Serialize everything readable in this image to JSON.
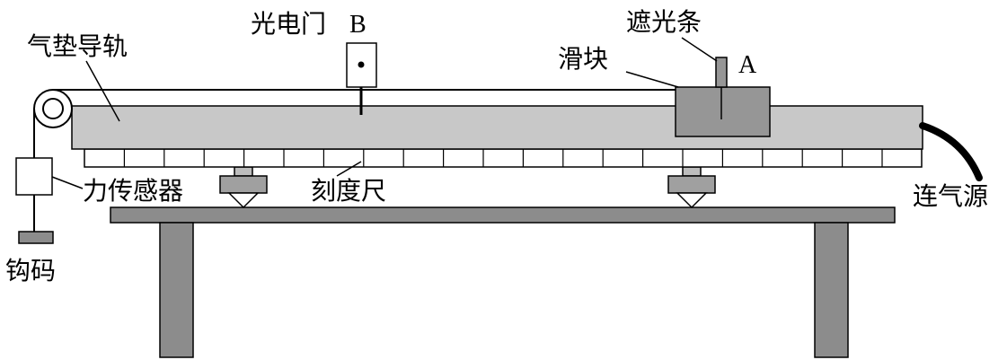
{
  "labels": {
    "air_track": "气垫导轨",
    "photogate": "光电门",
    "photogate_letter": "B",
    "shading_strip": "遮光条",
    "slider": "滑块",
    "slider_letter": "A",
    "force_sensor": "力传感器",
    "scale": "刻度尺",
    "air_source": "连气源",
    "hook_weight": "钩码"
  },
  "colors": {
    "track": "#c8c8c8",
    "slider": "#969696",
    "table": "#8c8c8c",
    "ink": "#000000"
  }
}
